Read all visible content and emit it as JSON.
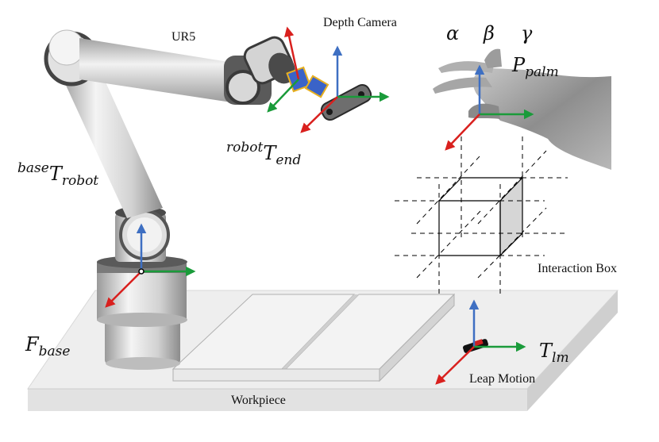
{
  "labels": {
    "ur5": "UR5",
    "depth_camera": "Depth Camera",
    "alpha": "α",
    "beta": "β",
    "gamma": "γ",
    "p_palm_main": "P",
    "p_palm_sub": "palm",
    "robot_t_end_sup": "robot",
    "robot_t_end_main": "T",
    "robot_t_end_sub": "end",
    "base_t_robot_sup": "base",
    "base_t_robot_main": "T",
    "base_t_robot_sub": "robot",
    "interaction_box": "Interaction Box",
    "f_base_main": "F",
    "f_base_sub": "base",
    "t_lm_main": "T",
    "t_lm_sub": "lm",
    "leap_motion": "Leap Motion",
    "workpiece": "Workpiece"
  },
  "colors": {
    "axis_x": "#1a9b3a",
    "axis_y": "#d9201e",
    "axis_z": "#3e6fc2",
    "camera_mount": "#3a63c8",
    "camera_mount_border": "#e8b020",
    "table_top": "#eeeeee",
    "table_side": "#c9c9c9"
  }
}
